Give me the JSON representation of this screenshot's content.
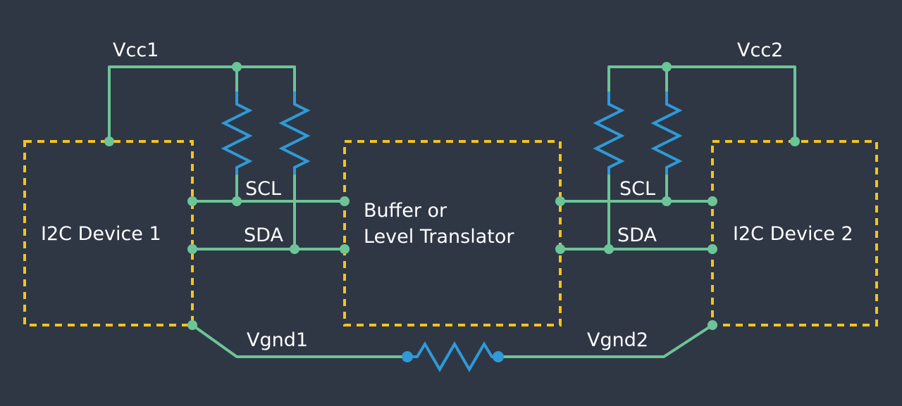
{
  "labels": {
    "vcc1": "Vcc1",
    "vcc2": "Vcc2",
    "scl_left": "SCL",
    "sda_left": "SDA",
    "scl_right": "SCL",
    "sda_right": "SDA",
    "vgnd1": "Vgnd1",
    "vgnd2": "Vgnd2",
    "device1": "I2C Device 1",
    "device2": "I2C Device 2",
    "buffer_line1": "Buffer or",
    "buffer_line2": "Level Translator"
  },
  "colors": {
    "background": "#2f3745",
    "wire": "#6cc596",
    "resistor": "#2f9ad6",
    "box_border": "#f3c41d",
    "text": "#ffffff"
  }
}
